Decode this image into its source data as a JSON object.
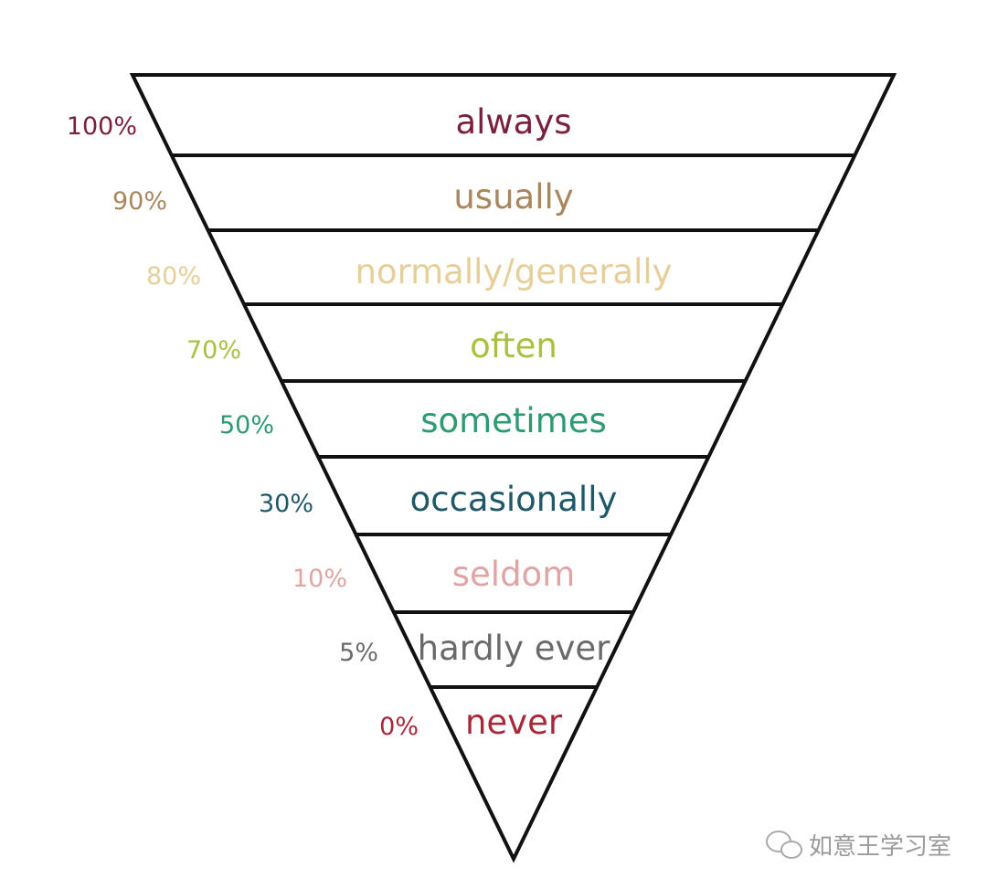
{
  "levels": [
    {
      "word": "always",
      "percent": "100%",
      "color": "#7a1f3d"
    },
    {
      "word": "usually",
      "percent": "90%",
      "color": "#a8865e"
    },
    {
      "word": "normally/generally",
      "percent": "80%",
      "color": "#e6cf98"
    },
    {
      "word": "often",
      "percent": "70%",
      "color": "#a9c040"
    },
    {
      "word": "sometimes",
      "percent": "50%",
      "color": "#2f9a72"
    },
    {
      "word": "occasionally",
      "percent": "30%",
      "color": "#1f5868"
    },
    {
      "word": "seldom",
      "percent": "10%",
      "color": "#e0a4a4"
    },
    {
      "word": "hardly ever",
      "percent": "5%",
      "color": "#6a6a6a"
    },
    {
      "word": "never",
      "percent": "0%",
      "color": "#a8283a"
    }
  ],
  "watermark": {
    "icon": "wechat-icon",
    "text": "如意王学习室"
  }
}
